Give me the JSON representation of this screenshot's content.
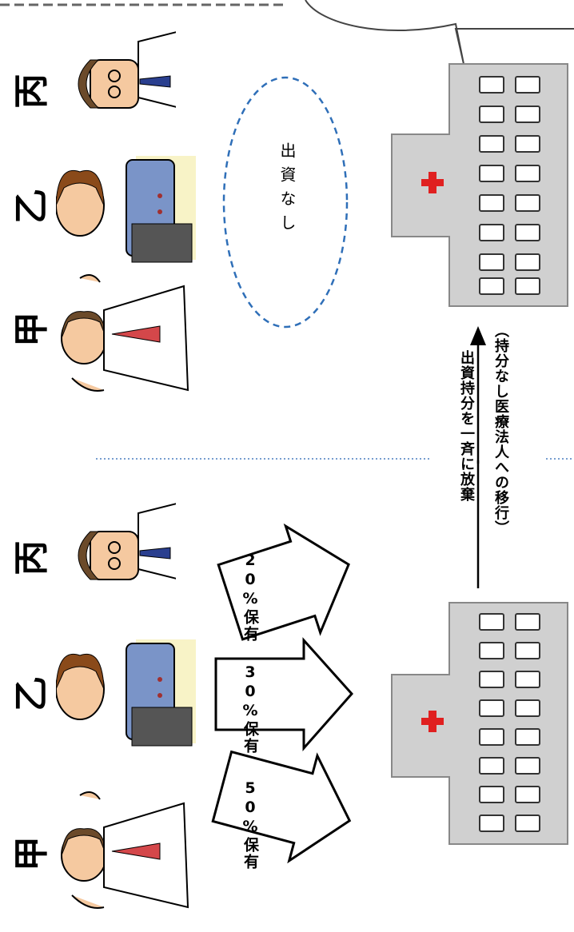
{
  "before": {
    "investors": [
      {
        "name": "甲",
        "share": "50%保有"
      },
      {
        "name": "乙",
        "share": "30%保有"
      },
      {
        "name": "丙",
        "share": "20%保有"
      }
    ]
  },
  "after": {
    "investors": [
      {
        "name": "甲"
      },
      {
        "name": "乙"
      },
      {
        "name": "丙"
      }
    ],
    "no_investment_label": "出資なし"
  },
  "transition": {
    "line1": "出資持分を一斉に放棄",
    "line2": "（持分なし医療法人への移行）"
  },
  "colors": {
    "hospital_fill": "#d0d0d0",
    "hospital_stroke": "#888888",
    "cross": "#e02020",
    "dashed_ellipse": "#2f6fb8",
    "divider": "#4a7fc0"
  }
}
